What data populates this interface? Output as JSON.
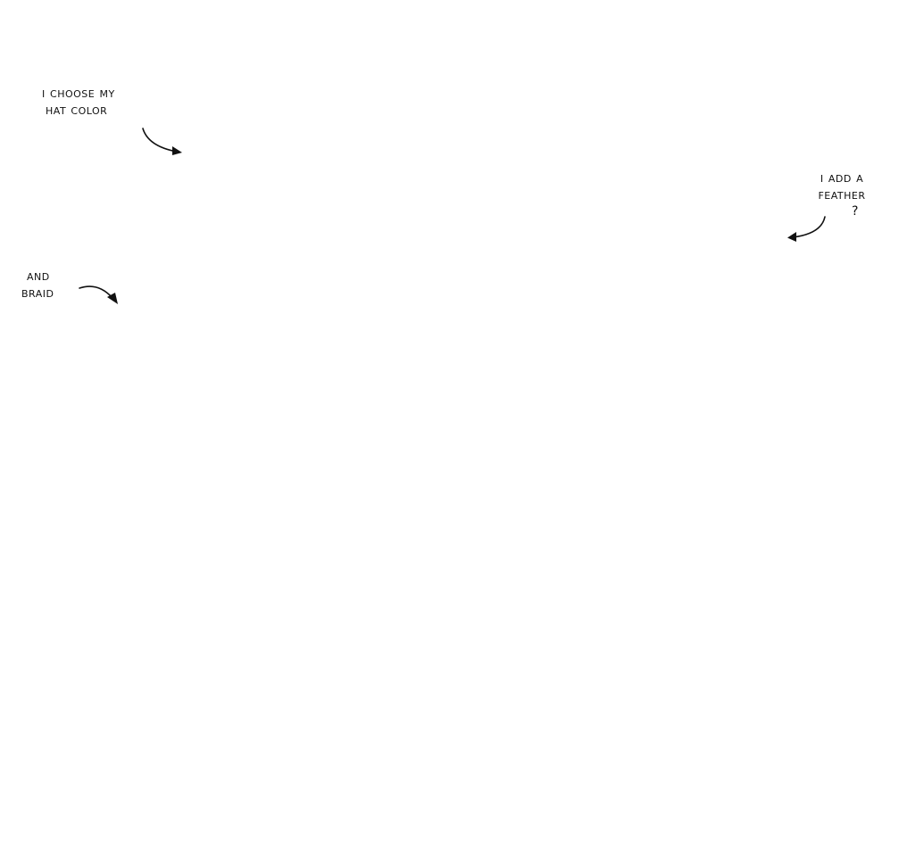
{
  "annotations": {
    "hat_color": {
      "line1": "i choose my",
      "line2": "hat color"
    },
    "feather": {
      "line1": "i add a",
      "line2": "feather",
      "line3": "?"
    },
    "braid": {
      "line1": "and",
      "line2": "braid"
    }
  },
  "colors": {
    "background": "#ffffff",
    "ink": "#111111"
  },
  "icons": [
    "curved-arrow-icon"
  ]
}
